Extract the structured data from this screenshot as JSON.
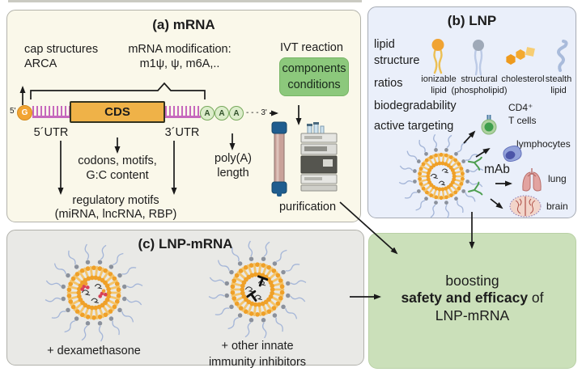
{
  "figure": {
    "panel_a": {
      "title": "(a) mRNA",
      "cap": [
        "cap structures",
        "ARCA"
      ],
      "modification": [
        "mRNA modification:",
        "m1ψ, ψ, m6A,.."
      ],
      "ivt": "IVT reaction",
      "components": [
        "components",
        "conditions"
      ],
      "strand": {
        "five_prime": "5'",
        "cap_letter": "G",
        "cds": "CDS",
        "a_letter": "A",
        "three_prime": "- - - 3'",
        "utr5": "5´UTR",
        "utr3": "3´UTR"
      },
      "codons": [
        "codons, motifs,",
        "G:C content"
      ],
      "polya": [
        "poly(A)",
        "length"
      ],
      "regulatory": [
        "regulatory motifs",
        "(miRNA, lncRNA, RBP)"
      ],
      "purification": "purification"
    },
    "panel_b": {
      "title": "(b) LNP",
      "properties": [
        "lipid",
        "structure",
        "ratios",
        "biodegradability",
        "active targeting"
      ],
      "lipid_labels": {
        "ionizable": [
          "ionizable",
          "lipid"
        ],
        "structural": [
          "structural",
          "(phospholipid)"
        ],
        "cholesterol": [
          "cholesterol"
        ],
        "stealth": [
          "stealth",
          "lipid"
        ]
      },
      "targets": {
        "cd4": [
          "CD4⁺",
          "T cells"
        ],
        "lymphocytes": "lymphocytes",
        "mab": "mAb",
        "lung": "lung",
        "brain": "brain"
      }
    },
    "panel_c": {
      "title": "(c) LNP-mRNA",
      "dexamethasone": "+ dexamethasone",
      "inhibitors": [
        "+ other innate",
        "immunity inhibitors"
      ]
    },
    "panel_result": {
      "line1": "boosting",
      "line2_bold": "safety and efficacy",
      "line2_tail": " of",
      "line3": "LNP-mRNA"
    },
    "colors": {
      "panel_a_bg": "#faf8ea",
      "panel_b_bg": "#eaeffa",
      "panel_c_bg": "#e9e9e6",
      "result_bg": "#cbe0ba",
      "components_green": "#8cc87c",
      "cds_orange": "#efb248",
      "cap_orange": "#f2a432",
      "polya_green": "#dcedcb",
      "utr_pink": "#c669bd",
      "lipid_orange": "#efa028",
      "pale_spike": "#f5c469",
      "peg_blue": "#a5b6d8",
      "antibody_green": "#4d9e4f",
      "arrow_black": "#1a1a1a"
    }
  }
}
